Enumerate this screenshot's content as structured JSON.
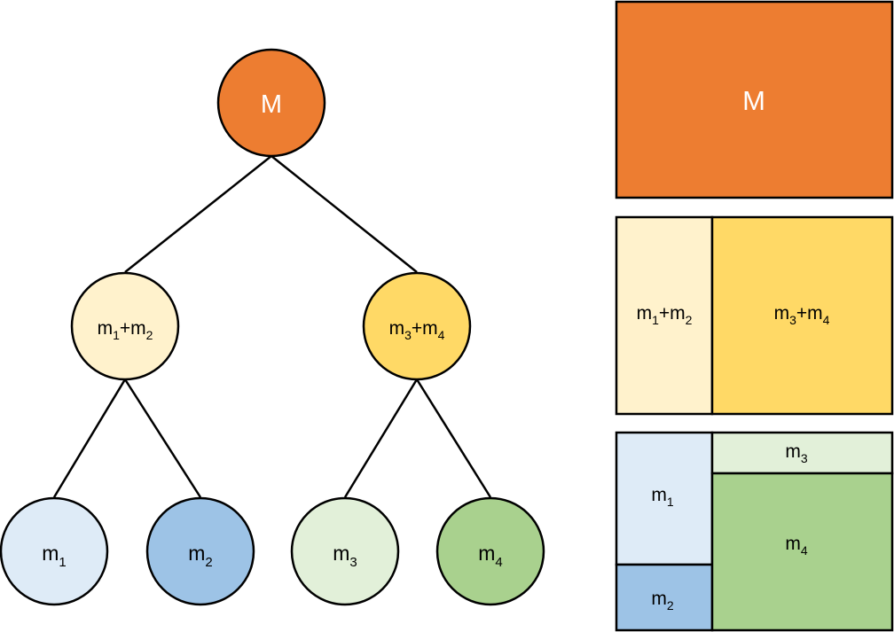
{
  "colors": {
    "M": "#ED7D31",
    "m12": "#FFF2CC",
    "m34": "#FFD966",
    "m1": "#DEEBF7",
    "m2": "#9DC3E6",
    "m3": "#E2F0D9",
    "m4": "#A9D18E",
    "stroke": "#000000"
  },
  "tree": {
    "root": {
      "label": "M"
    },
    "left": {
      "label_base": "m",
      "sub_a": "1",
      "plus": "+",
      "label_base_b": "m",
      "sub_b": "2"
    },
    "right": {
      "label_base": "m",
      "sub_a": "3",
      "plus": "+",
      "label_base_b": "m",
      "sub_b": "4"
    },
    "leaves": [
      {
        "base": "m",
        "sub": "1"
      },
      {
        "base": "m",
        "sub": "2"
      },
      {
        "base": "m",
        "sub": "3"
      },
      {
        "base": "m",
        "sub": "4"
      }
    ]
  },
  "treemap": {
    "level0": {
      "label": "M"
    },
    "level1": {
      "left": {
        "base": "m",
        "sub_a": "1",
        "plus": "+",
        "base_b": "m",
        "sub_b": "2"
      },
      "right": {
        "base": "m",
        "sub_a": "3",
        "plus": "+",
        "base_b": "m",
        "sub_b": "4"
      }
    },
    "level2": [
      {
        "base": "m",
        "sub": "1"
      },
      {
        "base": "m",
        "sub": "2"
      },
      {
        "base": "m",
        "sub": "3"
      },
      {
        "base": "m",
        "sub": "4"
      }
    ]
  }
}
